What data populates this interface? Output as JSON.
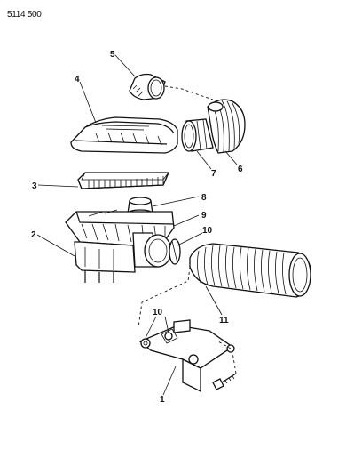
{
  "diagram": {
    "document_number": "5114 500",
    "callouts": [
      {
        "id": "c1",
        "label": "1"
      },
      {
        "id": "c2",
        "label": "2"
      },
      {
        "id": "c3",
        "label": "3"
      },
      {
        "id": "c4",
        "label": "4"
      },
      {
        "id": "c5",
        "label": "5"
      },
      {
        "id": "c6",
        "label": "6"
      },
      {
        "id": "c7",
        "label": "7"
      },
      {
        "id": "c8",
        "label": "8"
      },
      {
        "id": "c9",
        "label": "9"
      },
      {
        "id": "c10a",
        "label": "10"
      },
      {
        "id": "c10b",
        "label": "10"
      },
      {
        "id": "c11",
        "label": "11"
      }
    ]
  }
}
